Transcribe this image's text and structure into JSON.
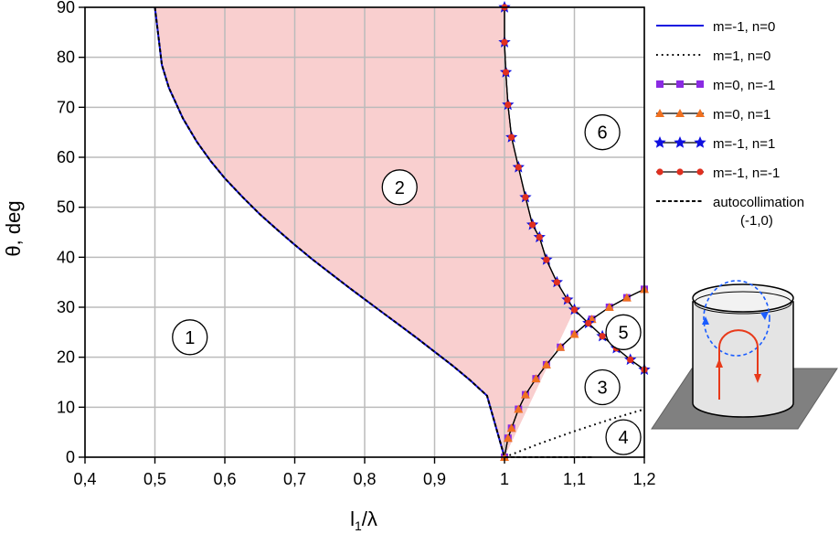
{
  "chart_data": {
    "type": "line",
    "xlabel": "l",
    "xlabel_sub": "1",
    "xlabel_tail": "/λ",
    "ylabel": "θ, deg",
    "xlim": [
      0.4,
      1.2
    ],
    "ylim": [
      0,
      90
    ],
    "xticks": [
      0.4,
      0.5,
      0.6,
      0.7,
      0.8,
      0.9,
      1.0,
      1.1,
      1.2
    ],
    "xtick_labels": [
      "0,4",
      "0,5",
      "0,6",
      "0,7",
      "0,8",
      "0,9",
      "1",
      "1,1",
      "1,2"
    ],
    "yticks": [
      0,
      10,
      20,
      30,
      40,
      50,
      60,
      70,
      80,
      90
    ],
    "ytick_labels": [
      "0",
      "10",
      "20",
      "30",
      "40",
      "50",
      "60",
      "70",
      "80",
      "90"
    ],
    "grid": true,
    "legend_position": "right",
    "shaded_region": {
      "label": "2",
      "color": "#f9cfcf",
      "bounds": "between m=-1,n=0 curve and m=-1,n=-1 curve"
    },
    "region_labels": [
      {
        "text": "1",
        "x": 0.55,
        "y": 24
      },
      {
        "text": "2",
        "x": 0.85,
        "y": 54
      },
      {
        "text": "3",
        "x": 1.14,
        "y": 14
      },
      {
        "text": "4",
        "x": 1.17,
        "y": 4
      },
      {
        "text": "5",
        "x": 1.17,
        "y": 25
      },
      {
        "text": "6",
        "x": 1.14,
        "y": 65
      }
    ],
    "series": [
      {
        "name": "m=-1, n=0",
        "color": "#1010e0",
        "style": "solid",
        "marker": "none",
        "x": [
          0.5,
          0.51,
          0.52,
          0.54,
          0.56,
          0.58,
          0.6,
          0.625,
          0.65,
          0.675,
          0.7,
          0.725,
          0.75,
          0.775,
          0.8,
          0.825,
          0.85,
          0.875,
          0.9,
          0.925,
          0.95,
          0.975,
          1.0
        ],
        "y": [
          90,
          78.5,
          73.9,
          67.8,
          63.1,
          59.2,
          55.8,
          52.1,
          48.6,
          45.5,
          42.5,
          39.6,
          36.9,
          34.2,
          31.6,
          29.0,
          26.4,
          23.8,
          21.1,
          18.4,
          15.5,
          12.3,
          0
        ]
      },
      {
        "name": "m=1, n=0",
        "color": "#000000",
        "style": "dotted",
        "marker": "none",
        "x": [
          1.0,
          1.05,
          1.1,
          1.15,
          1.2
        ],
        "y": [
          0,
          2.7,
          5.2,
          7.5,
          9.6
        ]
      },
      {
        "name": "m=0, n=-1",
        "color": "#8a2be2",
        "style": "solid",
        "marker": "square",
        "x": [
          1.0,
          1.005,
          1.01,
          1.02,
          1.03,
          1.045,
          1.06,
          1.08,
          1.1,
          1.125,
          1.15,
          1.175,
          1.2
        ],
        "y": [
          0,
          3.8,
          5.8,
          9.6,
          12.5,
          15.7,
          18.5,
          22.0,
          24.6,
          27.6,
          30.0,
          31.9,
          33.6
        ]
      },
      {
        "name": "m=0, n=1",
        "color": "#f07020",
        "style": "solid",
        "marker": "triangle",
        "x": [
          1.0,
          1.005,
          1.01,
          1.02,
          1.03,
          1.045,
          1.06,
          1.08,
          1.1,
          1.125,
          1.15,
          1.175,
          1.2
        ],
        "y": [
          0,
          3.8,
          5.8,
          9.6,
          12.5,
          15.7,
          18.5,
          22.0,
          24.6,
          27.6,
          30.0,
          31.9,
          33.6
        ]
      },
      {
        "name": "m=-1, n=1",
        "color": "#1010e0",
        "style": "solid",
        "marker": "star",
        "x": [
          1.0,
          1.0,
          1.002,
          1.005,
          1.01,
          1.02,
          1.03,
          1.04,
          1.05,
          1.06,
          1.075,
          1.09,
          1.1,
          1.12,
          1.14,
          1.16,
          1.18,
          1.2
        ],
        "y": [
          90,
          83,
          77,
          70.5,
          64,
          58,
          52,
          46.5,
          44,
          39.5,
          35,
          31.5,
          29.5,
          26.8,
          24.2,
          21.8,
          19.5,
          17.5
        ]
      },
      {
        "name": "m=-1, n=-1",
        "color": "#e03020",
        "style": "solid",
        "marker": "circle",
        "x": [
          1.0,
          1.0,
          1.002,
          1.005,
          1.01,
          1.02,
          1.03,
          1.04,
          1.05,
          1.06,
          1.075,
          1.09,
          1.1,
          1.12,
          1.14,
          1.16,
          1.18,
          1.2
        ],
        "y": [
          90,
          83,
          77,
          70.5,
          64,
          58,
          52,
          46.5,
          44,
          39.5,
          35,
          31.5,
          29.5,
          26.8,
          24.2,
          21.8,
          19.5,
          17.5
        ]
      },
      {
        "name": "autocollimation\n(-1,0)",
        "color": "#000000",
        "style": "dashed",
        "marker": "none",
        "x": [
          0.5,
          0.51,
          0.52,
          0.54,
          0.56,
          0.58,
          0.6,
          0.625,
          0.65,
          0.675,
          0.7,
          0.725,
          0.75,
          0.775,
          0.8,
          0.825,
          0.85,
          0.875,
          0.9,
          0.925,
          0.95,
          0.975,
          1.0,
          1.025,
          1.05,
          1.075,
          1.1,
          1.125
        ],
        "y": [
          90,
          78.5,
          73.9,
          67.8,
          63.1,
          59.2,
          55.8,
          52.1,
          48.6,
          45.5,
          42.5,
          39.6,
          36.9,
          34.2,
          31.6,
          29.0,
          26.4,
          23.8,
          21.1,
          18.4,
          15.5,
          12.3,
          0,
          0,
          0,
          0,
          0,
          0
        ]
      }
    ],
    "legend": [
      {
        "label": "m=-1, n=0"
      },
      {
        "label": "m=1, n=0"
      },
      {
        "label": "m=0, n=-1"
      },
      {
        "label": "m=0, n=1"
      },
      {
        "label": "m=-1, n=1"
      },
      {
        "label": "m=-1, n=-1"
      },
      {
        "label": "autocollimation",
        "label2": "(-1,0)"
      }
    ]
  },
  "inset": {
    "icon": "cylinder-resonator-icon"
  }
}
